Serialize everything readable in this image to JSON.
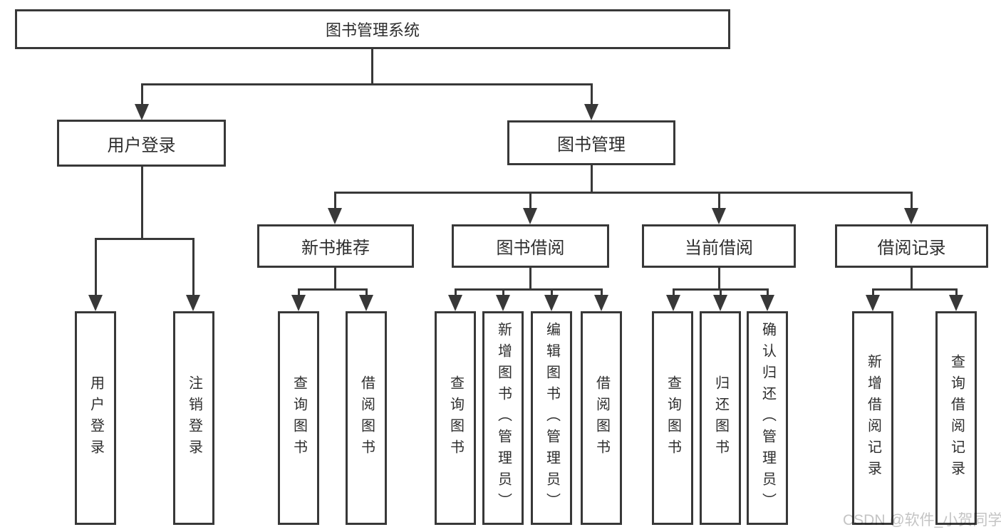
{
  "nodes": {
    "root": {
      "label": "图书管理系统",
      "children": [
        {
          "label": "用户登录",
          "children": [
            {
              "label": "用户登录"
            },
            {
              "label": "注销登录"
            }
          ]
        },
        {
          "label": "图书管理",
          "children": [
            {
              "label": "新书推荐",
              "children": [
                {
                  "label": "查询图书"
                },
                {
                  "label": "借阅图书"
                }
              ]
            },
            {
              "label": "图书借阅",
              "children": [
                {
                  "label": "查询图书"
                },
                {
                  "label": "新增图书（管理员）"
                },
                {
                  "label": "编辑图书（管理员）"
                },
                {
                  "label": "借阅图书"
                }
              ]
            },
            {
              "label": "当前借阅",
              "children": [
                {
                  "label": "查询图书"
                },
                {
                  "label": "归还图书"
                },
                {
                  "label": "确认归还（管理员）"
                }
              ]
            },
            {
              "label": "借阅记录",
              "children": [
                {
                  "label": "新增借阅记录"
                },
                {
                  "label": "查询借阅记录"
                }
              ]
            }
          ]
        }
      ]
    }
  },
  "watermark": "CSDN @软件_小贺同学",
  "colors": {
    "line": "#383838",
    "text": "#2e2e2e",
    "background": "#ffffff",
    "watermark": "#c4c4c4"
  }
}
